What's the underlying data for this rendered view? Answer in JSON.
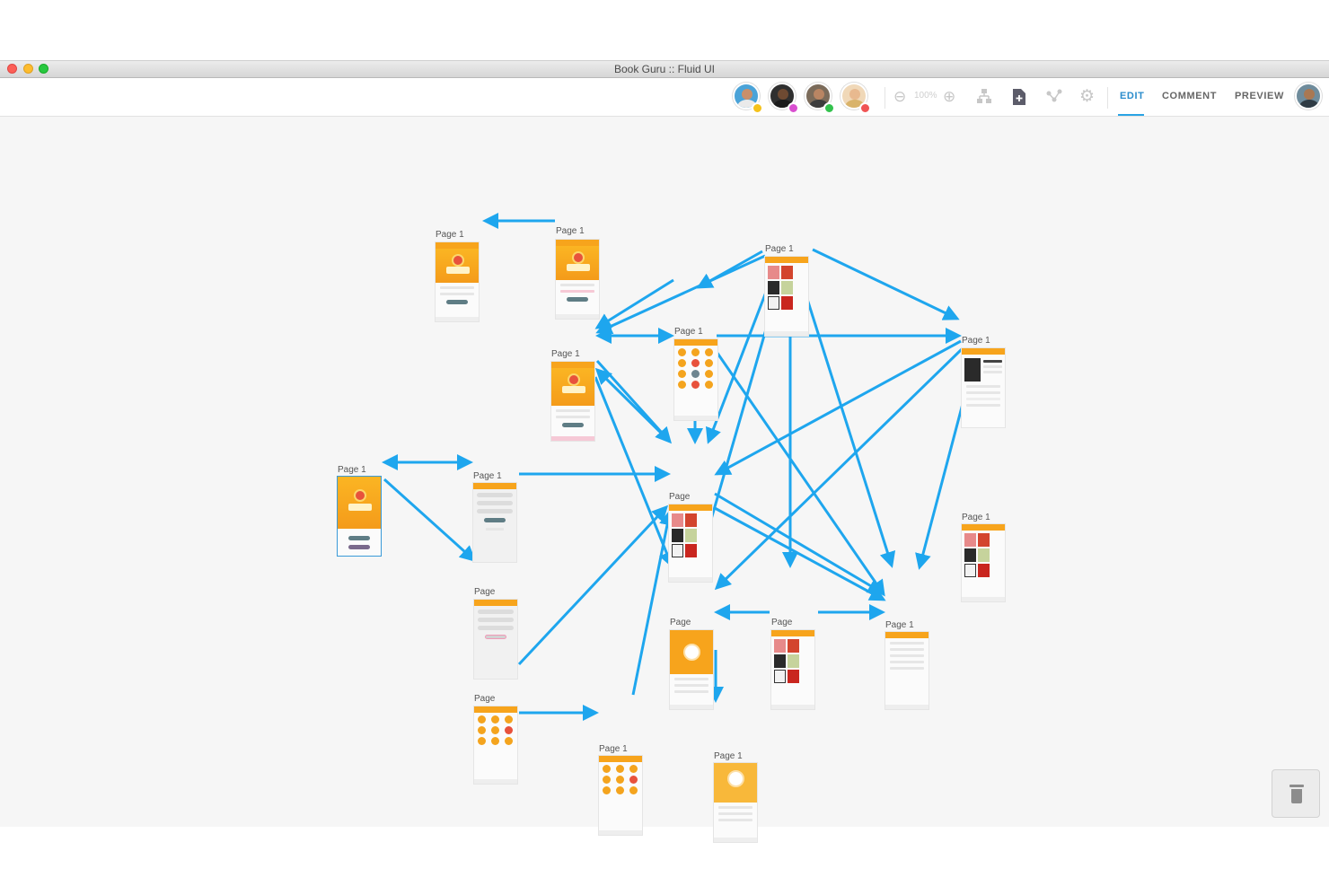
{
  "window": {
    "title": "Book Guru :: Fluid UI"
  },
  "toolbar": {
    "collaborators": [
      {
        "presence_color": "#f5c21b"
      },
      {
        "presence_color": "#d94fd0"
      },
      {
        "presence_color": "#33c24d"
      },
      {
        "presence_color": "#f05454"
      }
    ],
    "zoom": "100%",
    "tools": [
      "zoom-out-icon",
      "zoom-in-icon",
      "sitemap-icon",
      "add-page-icon",
      "links-icon",
      "settings-icon"
    ],
    "tabs": [
      {
        "label": "EDIT",
        "active": true
      },
      {
        "label": "COMMENT",
        "active": false
      },
      {
        "label": "PREVIEW",
        "active": false
      }
    ],
    "accent_color": "#2aa3e4"
  },
  "canvas": {
    "link_color": "#1ea6ee",
    "pages": [
      {
        "id": "p1",
        "label": "Page 1",
        "kind": "hero"
      },
      {
        "id": "p2",
        "label": "Page 1",
        "kind": "hero"
      },
      {
        "id": "p3",
        "label": "Page 1",
        "kind": "books"
      },
      {
        "id": "p4",
        "label": "Page 1",
        "kind": "dots"
      },
      {
        "id": "p5",
        "label": "Page 1",
        "kind": "hero"
      },
      {
        "id": "p6",
        "label": "Page 1",
        "kind": "detail"
      },
      {
        "id": "p7",
        "label": "Page 1",
        "kind": "splash"
      },
      {
        "id": "p8",
        "label": "Page 1",
        "kind": "form"
      },
      {
        "id": "p9",
        "label": "Page",
        "kind": "books"
      },
      {
        "id": "p10",
        "label": "Page 1",
        "kind": "books"
      },
      {
        "id": "p11",
        "label": "Page",
        "kind": "form"
      },
      {
        "id": "p12",
        "label": "Page",
        "kind": "profile"
      },
      {
        "id": "p13",
        "label": "Page",
        "kind": "books"
      },
      {
        "id": "p14",
        "label": "Page 1",
        "kind": "list"
      },
      {
        "id": "p15",
        "label": "Page",
        "kind": "dots"
      },
      {
        "id": "p16",
        "label": "Page 1",
        "kind": "dots"
      },
      {
        "id": "p17",
        "label": "Page 1",
        "kind": "profile"
      }
    ],
    "trash_icon": "trash-icon"
  }
}
